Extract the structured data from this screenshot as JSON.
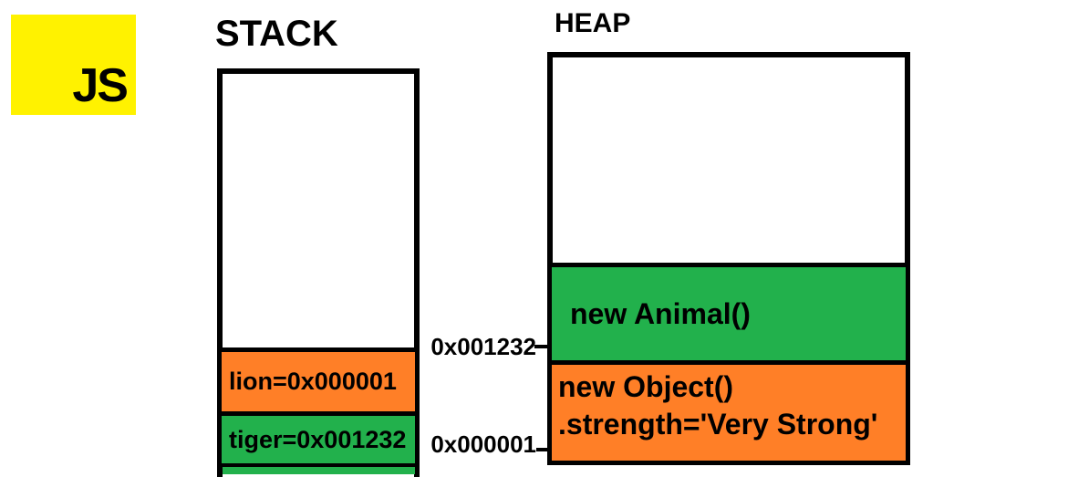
{
  "logo": {
    "label": "JS",
    "bg_color": "#FFF200"
  },
  "stack": {
    "title": "STACK",
    "frames": [
      {
        "name": "lion",
        "label": "lion=0x000001",
        "color": "#FF7F27"
      },
      {
        "name": "tiger",
        "label": "tiger=0x001232",
        "color": "#22B14C"
      }
    ]
  },
  "heap": {
    "title": "HEAP",
    "objects": [
      {
        "name": "animal-object",
        "lines": [
          "new Animal()"
        ],
        "color": "#22B14C",
        "address": "0x001232"
      },
      {
        "name": "plain-object",
        "lines": [
          "new Object()",
          ".strength='Very Strong'"
        ],
        "color": "#FF7F27",
        "address": "0x000001"
      }
    ]
  },
  "colors": {
    "stroke": "#000000",
    "background": "#FFFFFF",
    "orange": "#FF7F27",
    "green": "#22B14C",
    "yellow": "#FFF200"
  }
}
